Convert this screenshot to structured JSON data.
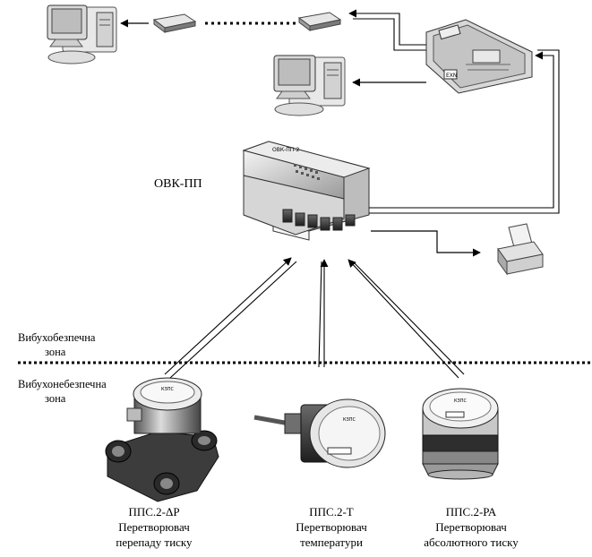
{
  "controller": {
    "label": "ОВК-ПП",
    "panel_text": "ОВК-ПП-2"
  },
  "zones": {
    "safe": [
      "Вибухобезпечна",
      "зона"
    ],
    "hazardous": [
      "Вибухонебезпечна",
      "зона"
    ]
  },
  "sensors": [
    {
      "model": "ППС.2-ΔР",
      "line1": "Перетворювач",
      "line2": "перепаду тиску",
      "badge": "КЗПС"
    },
    {
      "model": "ППС.2-Т",
      "line1": "Перетворювач",
      "line2": "температури",
      "badge": "КЗПС"
    },
    {
      "model": "ППС.2-РА",
      "line1": "Перетворювач",
      "line2": "абсолютного тиску",
      "badge": "КЗПС"
    }
  ],
  "colors": {
    "line": "#000000",
    "device_light": "#e6e6e6",
    "device_mid": "#a8a8a8",
    "device_dark": "#3a3a3a"
  },
  "icons": [
    "computer-icon",
    "modem-icon",
    "interface-adapter-icon",
    "printer-icon"
  ]
}
